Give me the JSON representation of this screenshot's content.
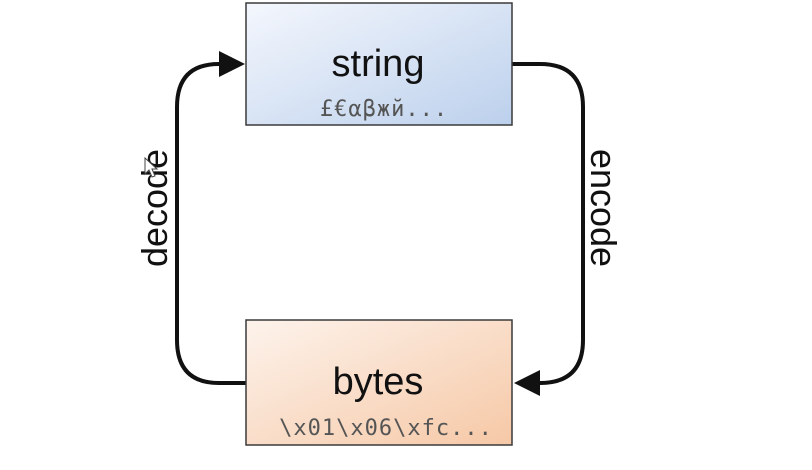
{
  "nodes": {
    "string": {
      "title": "string",
      "sample": "£€αβжй..."
    },
    "bytes": {
      "title": "bytes",
      "sample": "\\x01\\x06\\xfc..."
    }
  },
  "edges": {
    "encode": {
      "label": "encode",
      "from": "string",
      "to": "bytes"
    },
    "decode": {
      "label": "decode",
      "from": "bytes",
      "to": "string"
    }
  },
  "colors": {
    "string_box_top": "#f4f7fd",
    "string_box_bottom": "#bcd0ec",
    "bytes_box_top": "#fdf3ec",
    "bytes_box_bottom": "#f6c8a6",
    "box_border": "#3a3a3a",
    "arrow": "#111111"
  }
}
